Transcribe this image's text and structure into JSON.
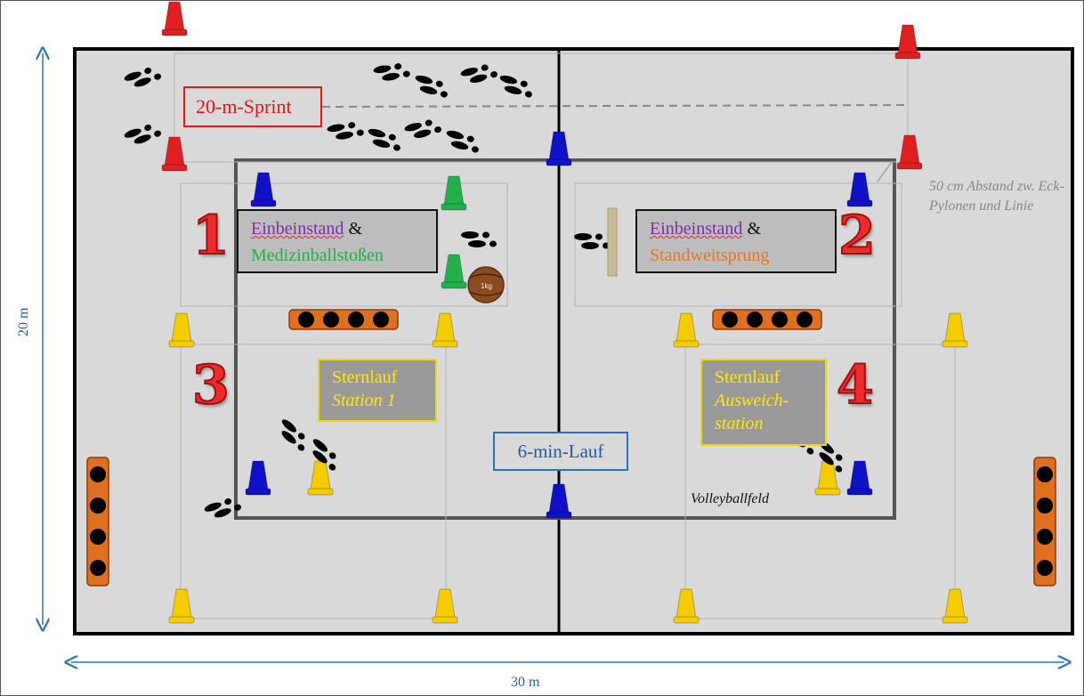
{
  "labels": {
    "sprint": "20-m-Sprint",
    "station1_line1": "Einbeinstand",
    "station1_amp": " &",
    "station1_line2": "Medizinballstoßen",
    "station2_line1": "Einbeinstand",
    "station2_amp": " &",
    "station2_line2": "Standweitsprung",
    "sternlauf1_title": "Sternlauf",
    "sternlauf1_sub": "Station 1",
    "sternlauf2_title": "Sternlauf",
    "sternlauf2_sub1": "Ausweich-",
    "sternlauf2_sub2": "station",
    "lauf": "6-min-Lauf",
    "volleyball": "Volleyballfeld",
    "note": "50 cm Abstand zw. Eck-Pylonen und Linie",
    "dim_height": "20 m",
    "dim_width": "30 m"
  },
  "station_numbers": [
    "1",
    "2",
    "3",
    "4"
  ],
  "ball_label": "1kg",
  "colors": {
    "sprint": "#e11111",
    "station_purple": "#7b2fa0",
    "station_green": "#22b04b",
    "station_orange": "#e87722",
    "sternlauf_yellow": "#ffe800",
    "lauf_blue": "#2673c4",
    "number_red": "#ee2a2a",
    "cone_red": "#e02020",
    "cone_blue": "#1010c8",
    "cone_yellow": "#f5cc00",
    "cone_green": "#22b04b"
  }
}
